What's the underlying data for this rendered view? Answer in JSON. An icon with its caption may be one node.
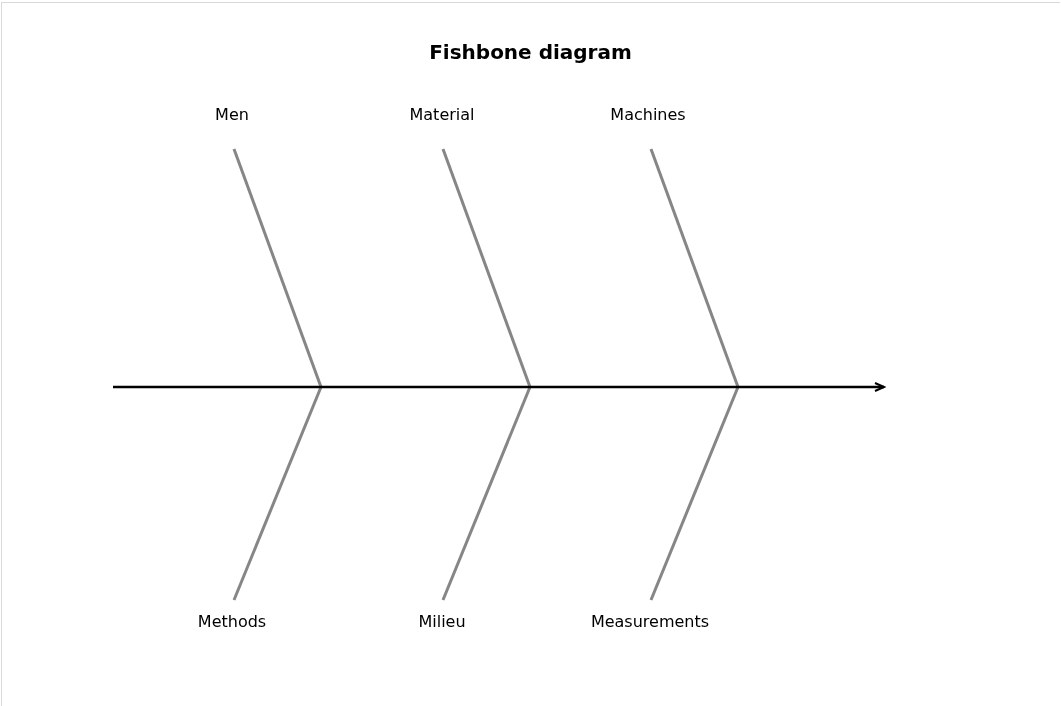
{
  "diagram": {
    "title": "Fishbone diagram",
    "nodes": [
      {
        "text": [
          "Men"
        ]
      },
      {
        "text": [
          "Material"
        ]
      },
      {
        "text": [
          "Machines"
        ]
      },
      {
        "text": [
          "Methods"
        ]
      },
      {
        "text": [
          "Milieu"
        ]
      },
      {
        "text": [
          "Measurements"
        ]
      }
    ],
    "edges": [
      {
        "from": 0,
        "to": null,
        "arrow": "none"
      },
      {
        "from": 1,
        "to": null,
        "arrow": "none"
      },
      {
        "from": 2,
        "to": null,
        "arrow": "none"
      },
      {
        "from": 3,
        "to": null,
        "arrow": "none"
      },
      {
        "from": 4,
        "to": null,
        "arrow": "none"
      },
      {
        "from": 5,
        "to": null,
        "arrow": "none"
      }
    ]
  }
}
